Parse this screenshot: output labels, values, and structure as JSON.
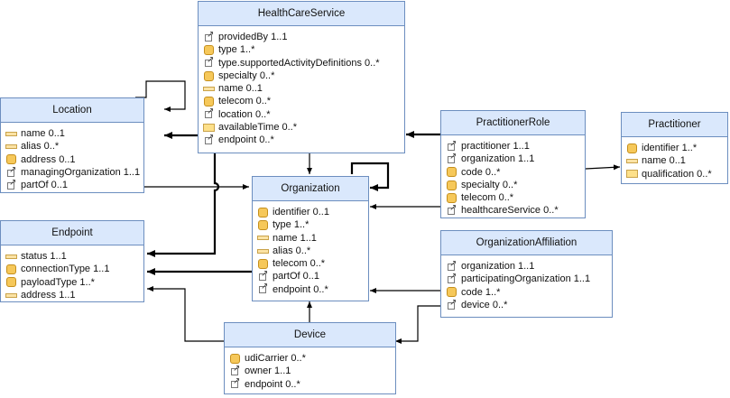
{
  "boxes": {
    "healthcare": {
      "title": "HealthCareService",
      "fields": [
        {
          "icon": "reference-icon",
          "text": "providedBy 1..1"
        },
        {
          "icon": "complex-type-icon",
          "text": "type 1..*"
        },
        {
          "icon": "reference-icon",
          "text": "type.supportedActivityDefinitions 0..*"
        },
        {
          "icon": "complex-type-icon",
          "text": "specialty 0..*"
        },
        {
          "icon": "primitive-icon",
          "text": "name 0..1"
        },
        {
          "icon": "complex-type-icon",
          "text": "telecom 0..*"
        },
        {
          "icon": "reference-icon",
          "text": "location 0..*"
        },
        {
          "icon": "element-icon",
          "text": "availableTime 0..*"
        },
        {
          "icon": "reference-icon",
          "text": "endpoint 0..*"
        }
      ]
    },
    "location": {
      "title": "Location",
      "fields": [
        {
          "icon": "primitive-icon",
          "text": "name 0..1"
        },
        {
          "icon": "primitive-icon",
          "text": "alias 0..*"
        },
        {
          "icon": "complex-type-icon",
          "text": "address 0..1"
        },
        {
          "icon": "reference-icon",
          "text": "managingOrganization 1..1"
        },
        {
          "icon": "reference-icon",
          "text": "partOf 0..1"
        }
      ]
    },
    "organization": {
      "title": "Organization",
      "fields": [
        {
          "icon": "complex-type-icon",
          "text": "identifier 0..1"
        },
        {
          "icon": "complex-type-icon",
          "text": "type 1..*"
        },
        {
          "icon": "primitive-icon",
          "text": "name 1..1"
        },
        {
          "icon": "primitive-icon",
          "text": "alias 0..*"
        },
        {
          "icon": "complex-type-icon",
          "text": "telecom 0..*"
        },
        {
          "icon": "reference-icon",
          "text": "partOf 0..1"
        },
        {
          "icon": "reference-icon",
          "text": "endpoint 0..*"
        }
      ]
    },
    "endpoint": {
      "title": "Endpoint",
      "fields": [
        {
          "icon": "primitive-icon",
          "text": "status 1..1"
        },
        {
          "icon": "complex-type-icon",
          "text": "connectionType 1..1"
        },
        {
          "icon": "complex-type-icon",
          "text": "payloadType 1..*"
        },
        {
          "icon": "primitive-icon",
          "text": "address 1..1"
        }
      ]
    },
    "practitionerRole": {
      "title": "PractitionerRole",
      "fields": [
        {
          "icon": "reference-icon",
          "text": "practitioner 1..1"
        },
        {
          "icon": "reference-icon",
          "text": "organization 1..1"
        },
        {
          "icon": "complex-type-icon",
          "text": "code 0..*"
        },
        {
          "icon": "complex-type-icon",
          "text": "specialty 0..*"
        },
        {
          "icon": "complex-type-icon",
          "text": "telecom 0..*"
        },
        {
          "icon": "reference-icon",
          "text": "healthcareService 0..*"
        }
      ]
    },
    "practitioner": {
      "title": "Practitioner",
      "fields": [
        {
          "icon": "complex-type-icon",
          "text": "identifier 1..*"
        },
        {
          "icon": "primitive-icon",
          "text": "name 0..1"
        },
        {
          "icon": "element-icon",
          "text": "qualification 0..*"
        }
      ]
    },
    "orgAffiliation": {
      "title": "OrganizationAffiliation",
      "fields": [
        {
          "icon": "reference-icon",
          "text": "organization 1..1"
        },
        {
          "icon": "reference-icon",
          "text": "participatingOrganization 1..1"
        },
        {
          "icon": "complex-type-icon",
          "text": "code 1..*"
        },
        {
          "icon": "reference-icon",
          "text": "device 0..*"
        }
      ]
    },
    "device": {
      "title": "Device",
      "fields": [
        {
          "icon": "complex-type-icon",
          "text": "udiCarrier 0..*"
        },
        {
          "icon": "reference-icon",
          "text": "owner 1..1"
        },
        {
          "icon": "reference-icon",
          "text": "endpoint 0..*"
        }
      ]
    }
  },
  "colors": {
    "header_fill": "#dae8fc",
    "border": "#6c8ebf",
    "edge": "#000000"
  }
}
